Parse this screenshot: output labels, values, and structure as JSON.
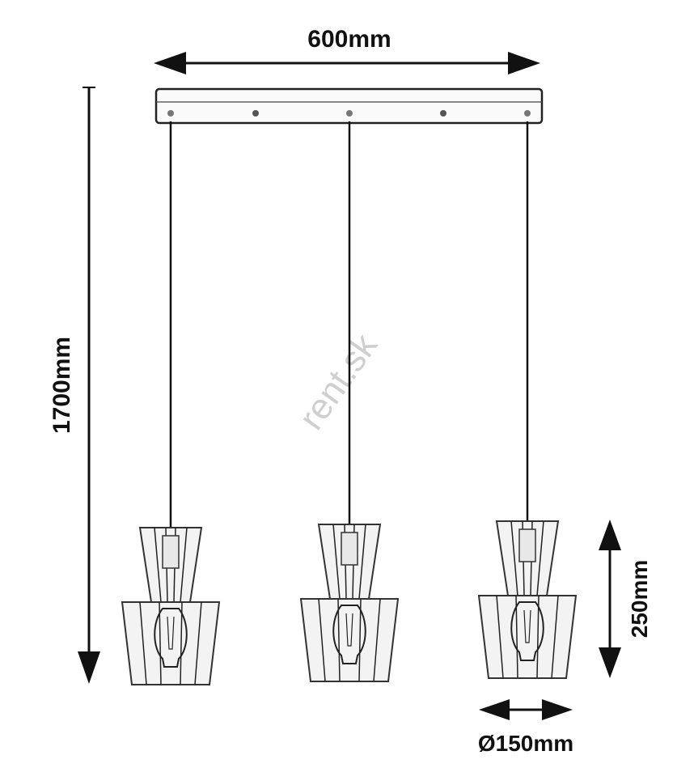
{
  "dimensions": {
    "width_label": "600mm",
    "height_label": "1700mm",
    "shade_height_label": "250mm",
    "diameter_label": "Ø150mm"
  },
  "watermark": "rent.sk"
}
